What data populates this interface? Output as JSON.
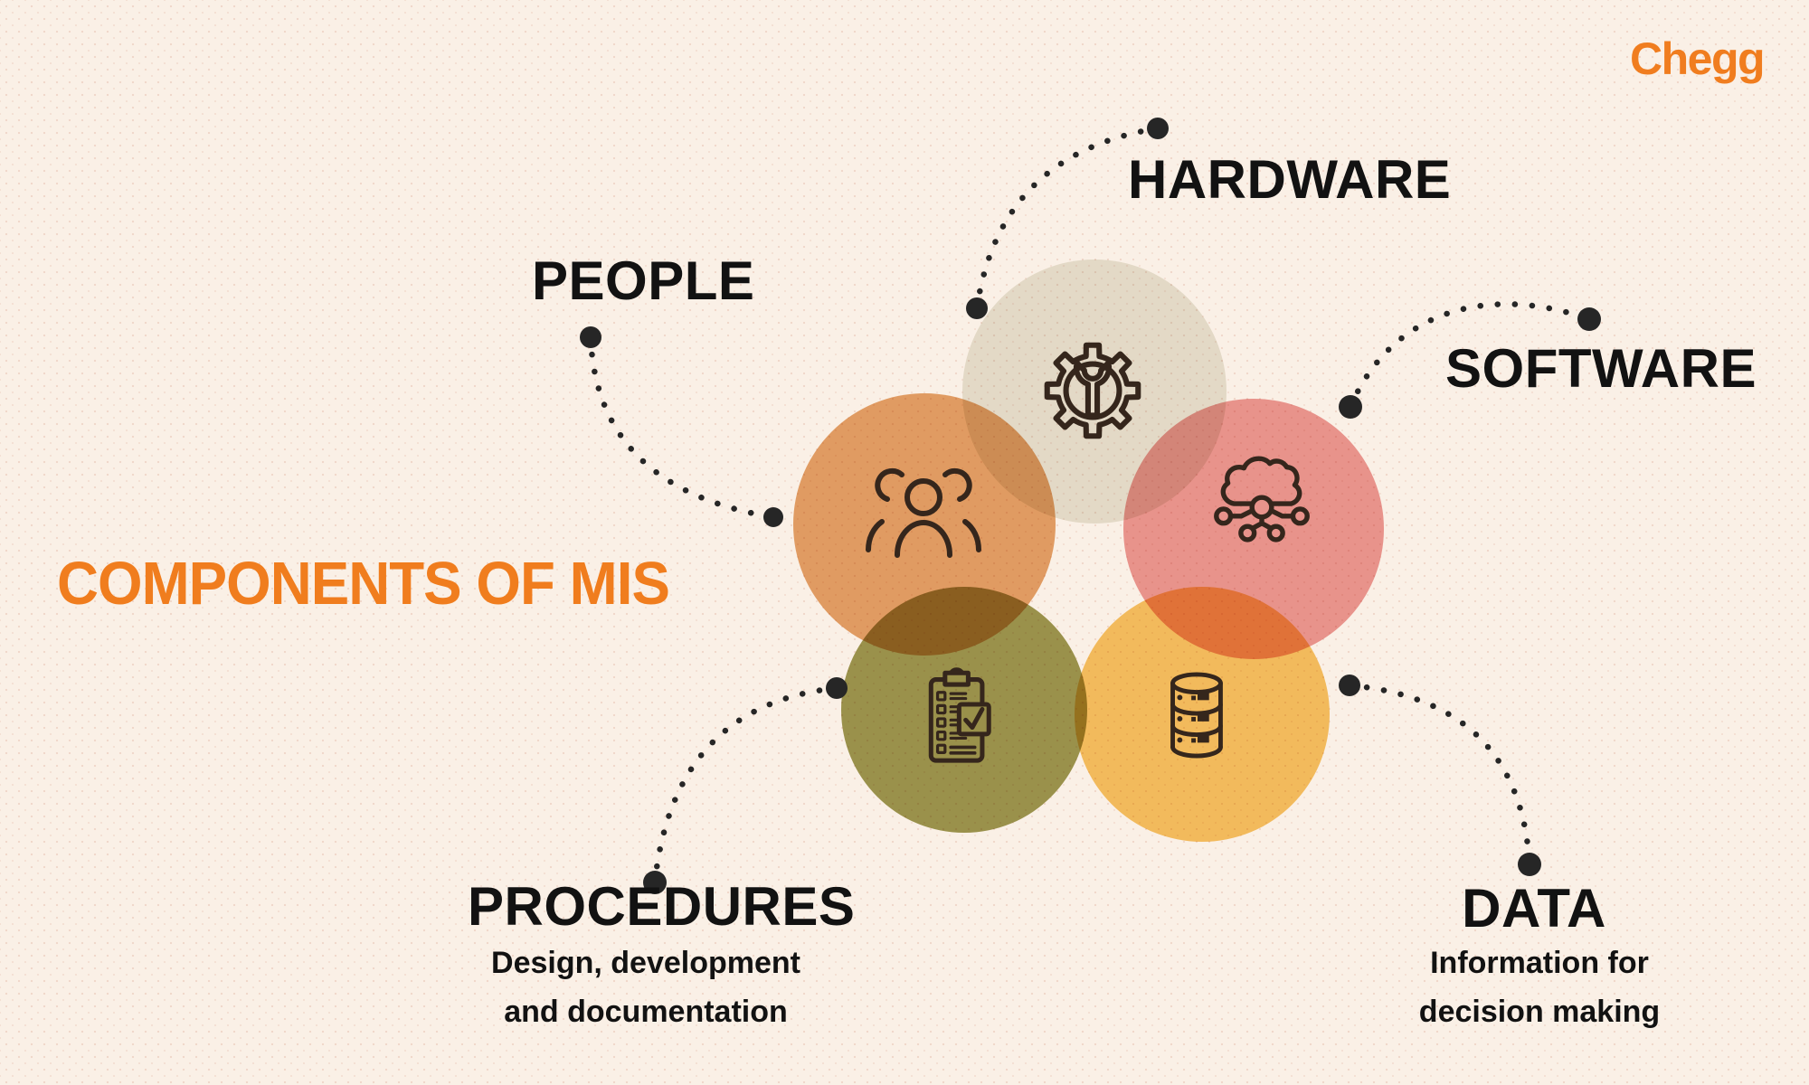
{
  "page": {
    "background_color": "#FAF0E6",
    "dot_pattern_color": "#E4BAAA",
    "connector_color": "#262626",
    "icon_stroke_color": "#35261C",
    "label_color": "#121212"
  },
  "brand": {
    "name": "Chegg",
    "color": "#F07D1F"
  },
  "title": {
    "text": "COMPONENTS OF MIS",
    "color": "#F07D1E"
  },
  "components": [
    {
      "id": "hardware",
      "label": "HARDWARE",
      "icon": "gear-wrench-icon",
      "color": "#E3D9C6",
      "blend_color": "#E8E7DC"
    },
    {
      "id": "people",
      "label": "PEOPLE",
      "icon": "people-group-icon",
      "color": "#E09B61",
      "blend_color": "#E5A56C"
    },
    {
      "id": "software",
      "label": "SOFTWARE",
      "icon": "cloud-network-icon",
      "color": "#E8938B",
      "blend_color": "#ED9C9A"
    },
    {
      "id": "procedures",
      "label": "PROCEDURES",
      "sublabel_lines": [
        "Design, development",
        "and documentation"
      ],
      "icon": "clipboard-checklist-icon",
      "color": "#9A914B",
      "blend_color": "#9D9A53"
    },
    {
      "id": "data",
      "label": "DATA",
      "sublabel_lines": [
        "Information for",
        "decision making"
      ],
      "icon": "database-icon",
      "color": "#F2BA5C",
      "blend_color": "#F7C666"
    }
  ]
}
